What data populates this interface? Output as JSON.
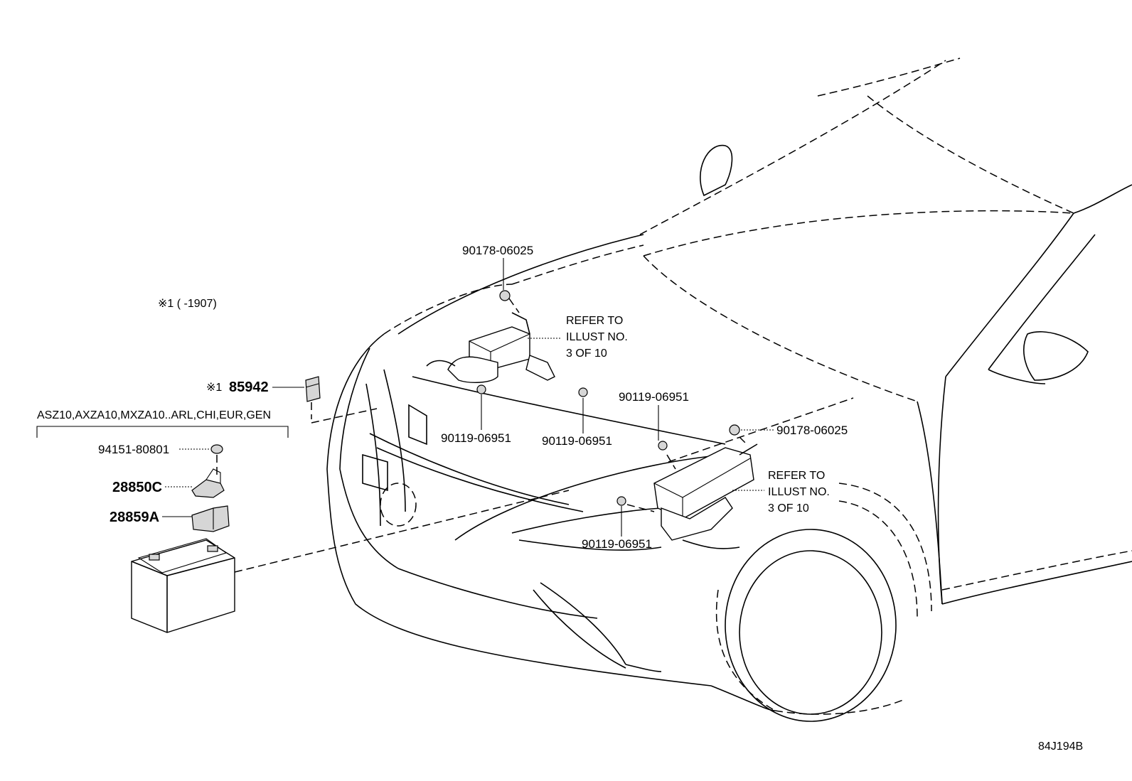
{
  "labels": {
    "top_nut": "90178-06025",
    "note_range": "※1 (     -1907)",
    "refer_top_1": "REFER TO",
    "refer_top_2": "ILLUST NO.",
    "refer_top_3": "3 OF 10",
    "sensor_prefix": "※1",
    "sensor_part": "85942",
    "bolt_left_1": "90119-06951",
    "bolt_left_2": "90119-06951",
    "bolt_right_top": "90119-06951",
    "nut_right": "90178-06025",
    "refer_right_1": "REFER TO",
    "refer_right_2": "ILLUST NO.",
    "refer_right_3": "3 OF 10",
    "bolt_bottom": "90119-06951",
    "model_codes": "ASZ10,AXZA10,MXZA10..ARL,CHI,EUR,GEN",
    "battery_nut": "94151-80801",
    "clamp": "28850C",
    "cover": "28859A",
    "diagram_id": "84J194B"
  }
}
